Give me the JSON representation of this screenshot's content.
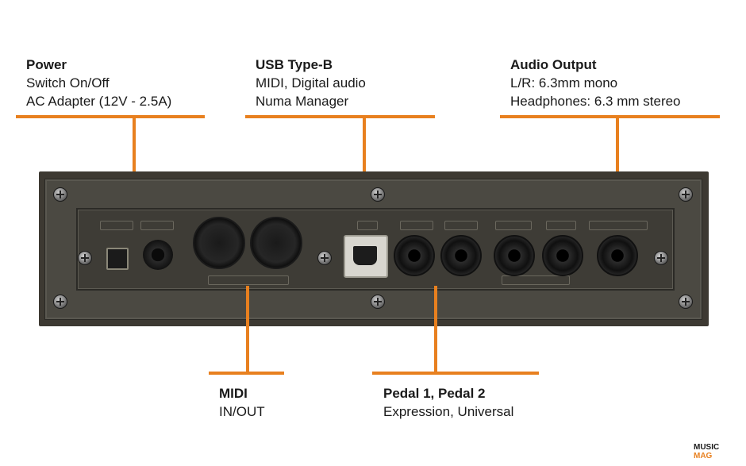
{
  "callouts": {
    "power": {
      "title": "Power",
      "line1": "Switch On/Off",
      "line2": "AC Adapter (12V - 2.5A)"
    },
    "usb": {
      "title": "USB Type-B",
      "line1": "MIDI, Digital audio",
      "line2": "Numa Manager"
    },
    "audio": {
      "title": "Audio Output",
      "line1": "L/R: 6.3mm mono",
      "line2": "Headphones: 6.3 mm stereo"
    },
    "midi": {
      "title": "MIDI",
      "line1": "IN/OUT"
    },
    "pedal": {
      "title": "Pedal 1, Pedal 2",
      "line1": "Expression, Universal"
    }
  },
  "watermark": {
    "line1": "MUSIC",
    "line2": "MAG"
  },
  "colors": {
    "accent": "#e8801f",
    "device": "#3d3932",
    "text": "#1a1a1a"
  }
}
